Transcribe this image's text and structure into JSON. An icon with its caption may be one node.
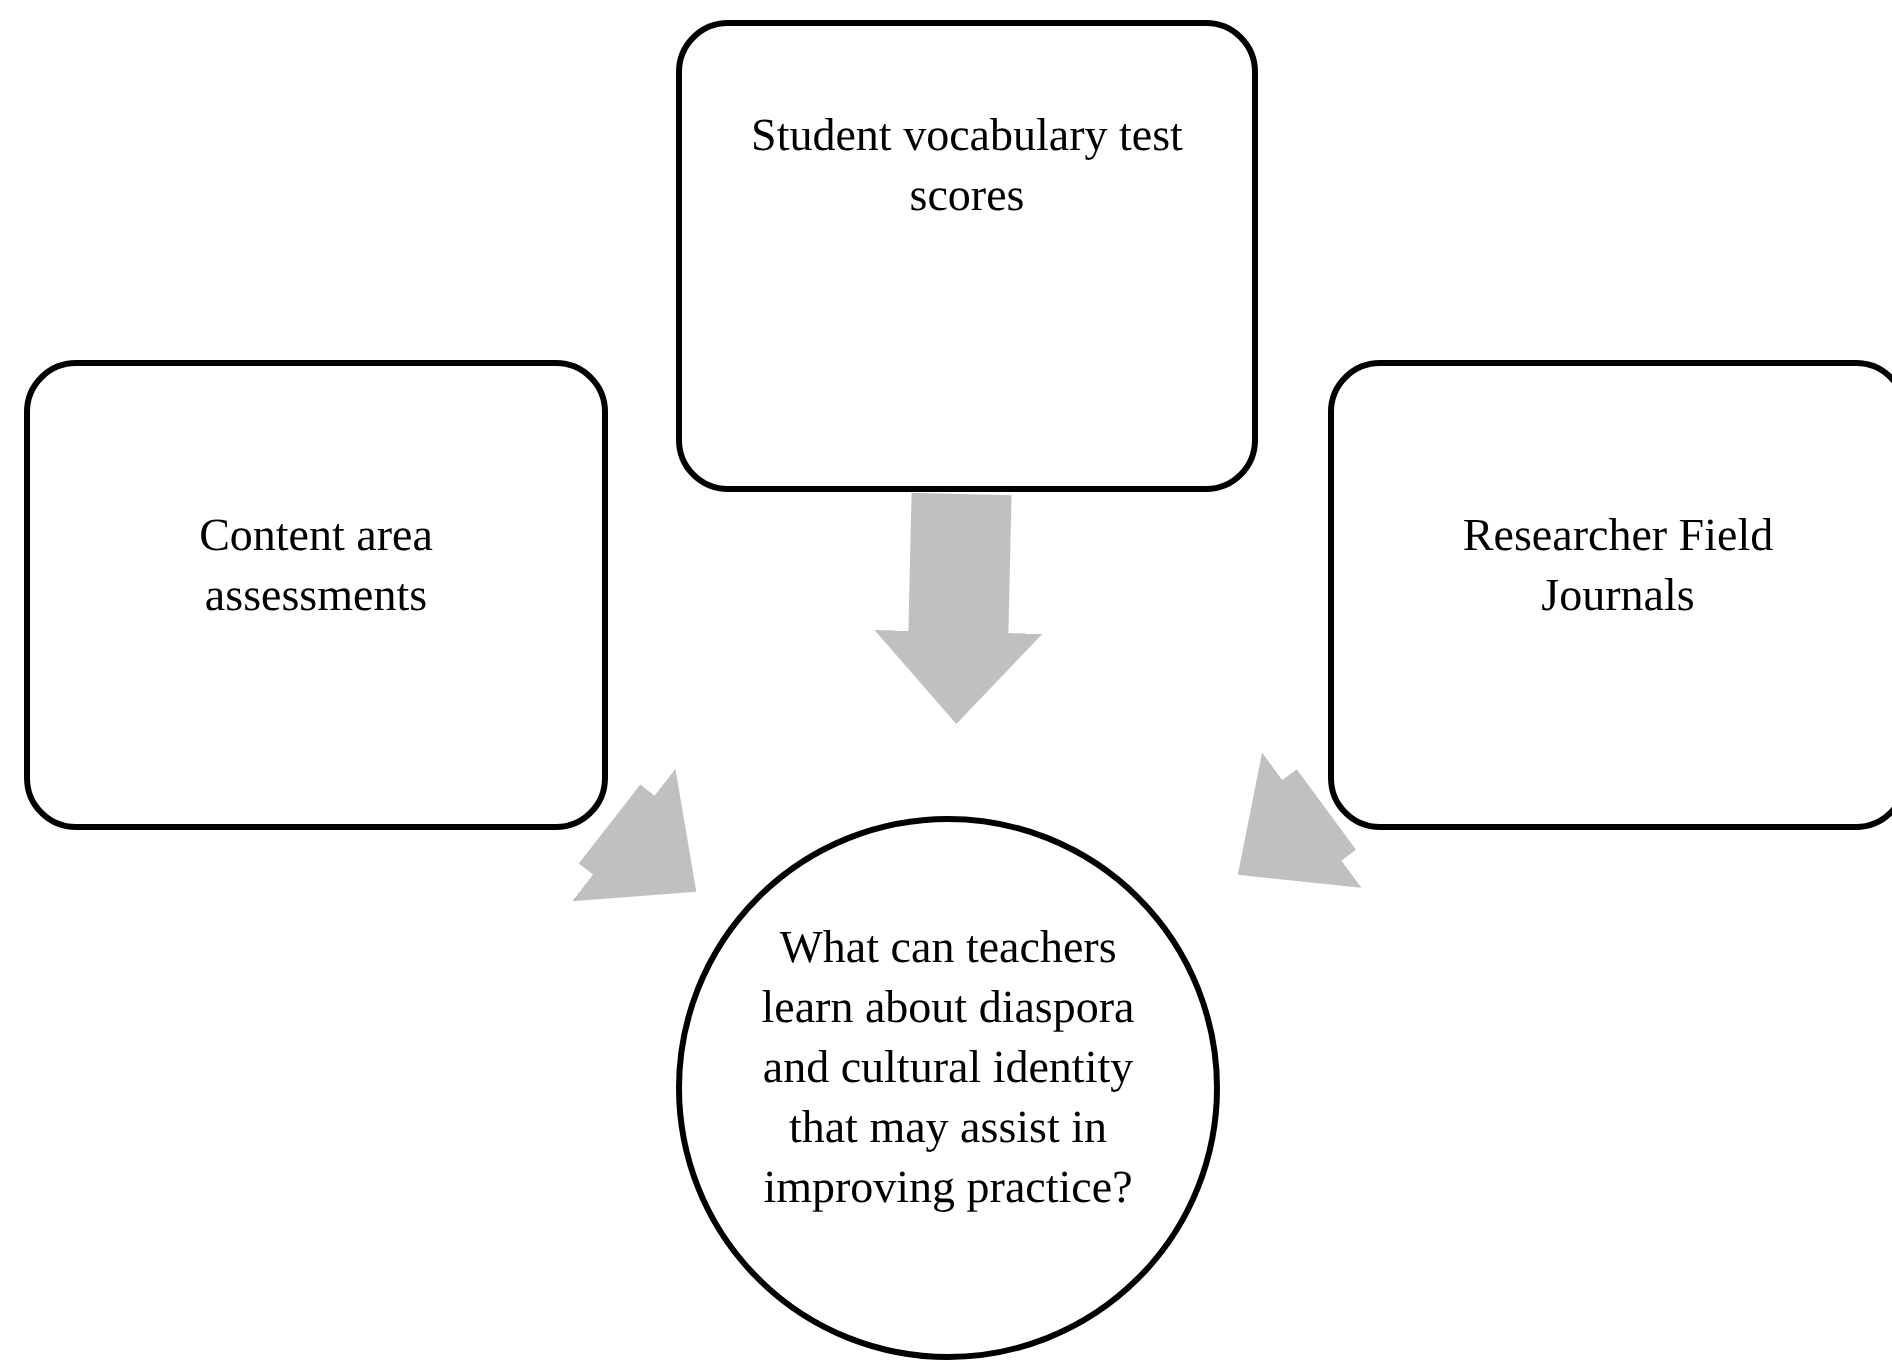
{
  "diagram": {
    "nodes": [
      {
        "text": [
          "Student vocabulary test scores"
        ]
      },
      {
        "text": [
          "Content area assessments"
        ]
      },
      {
        "text": [
          "Researcher Field Journals"
        ]
      },
      {
        "text": [
          "What can teachers learn about diaspora and cultural identity that may assist in improving practice?"
        ]
      }
    ],
    "edges": [
      {
        "from": 0,
        "to": 3,
        "arrow": "to"
      },
      {
        "from": 1,
        "to": 3,
        "arrow": "to"
      },
      {
        "from": 2,
        "to": 3,
        "arrow": "to"
      }
    ]
  }
}
